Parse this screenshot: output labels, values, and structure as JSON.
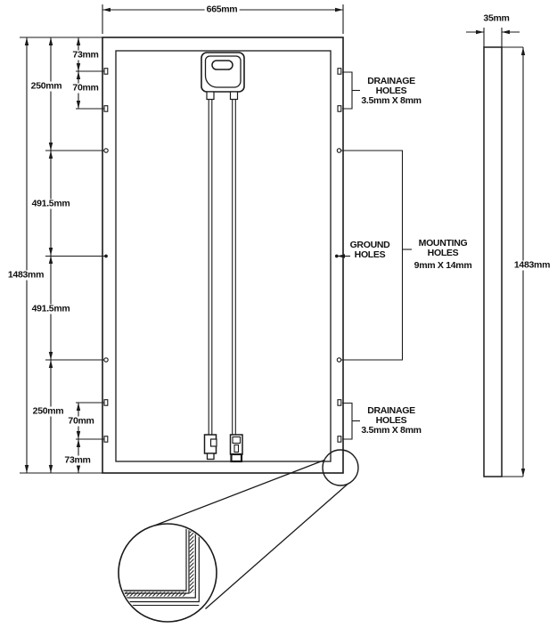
{
  "dimensions": {
    "overall_width": "665mm",
    "overall_height": "1483mm",
    "top_73": "73mm",
    "top_250": "250mm",
    "top_70": "70mm",
    "upper_491": "491.5mm",
    "lower_491": "491.5mm",
    "bottom_250": "250mm",
    "bottom_70": "70mm",
    "bottom_73": "73mm",
    "side_thickness": "35mm",
    "side_height": "1483mm"
  },
  "annotations": {
    "drainage_top": {
      "line1": "DRAINAGE",
      "line2": "HOLES",
      "line3": "3.5mm X 8mm"
    },
    "ground": {
      "line1": "GROUND",
      "line2": "HOLES"
    },
    "mounting": {
      "line1": "MOUNTING",
      "line2": "HOLES",
      "line3": "9mm X 14mm"
    },
    "drainage_bottom": {
      "line1": "DRAINAGE",
      "line2": "HOLES",
      "line3": "3.5mm X 8mm"
    }
  },
  "colors": {
    "line": "#1a1a1a",
    "background": "#ffffff"
  }
}
